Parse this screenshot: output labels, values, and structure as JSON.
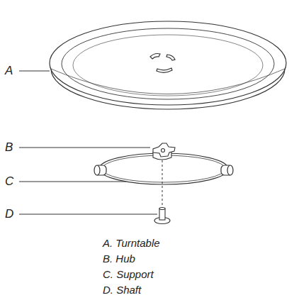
{
  "diagram": {
    "labels": [
      "A",
      "B",
      "C",
      "D",
      "A. Turntable",
      "B. Hub",
      "C. Support",
      "D. Shaft"
    ]
  }
}
